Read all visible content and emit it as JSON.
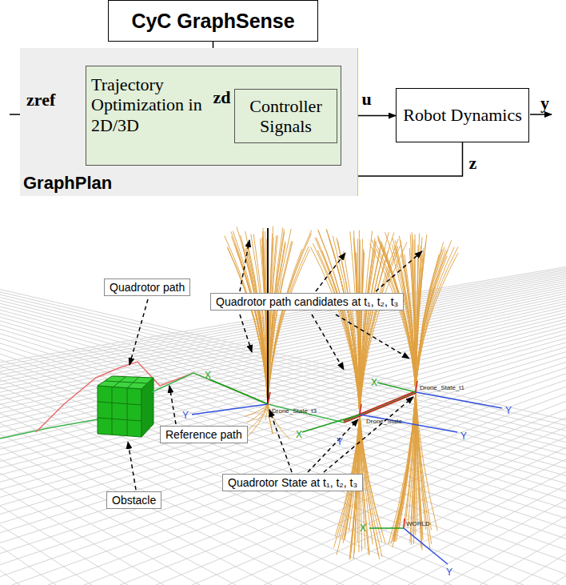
{
  "diagram": {
    "nodes": [
      {
        "text": [
          "CyC GraphSense"
        ]
      },
      {
        "text": [
          "GraphPlan"
        ]
      },
      {
        "text": [
          "Trajectory Optimization in 2D/3D"
        ],
        "in": 1
      },
      {
        "text": [
          "Controller Signals"
        ],
        "in": 2
      },
      {
        "text": [
          "Robot Dynamics"
        ]
      },
      {
        "text": [
          "Quadrotor path"
        ]
      },
      {
        "text": [
          "Quadrotor path candidates at t₁, t₂, t₃"
        ]
      },
      {
        "text": [
          "Reference path"
        ]
      },
      {
        "text": [
          "Obstacle"
        ]
      },
      {
        "text": [
          "Quadrotor State at t₁, t₂, t₃"
        ]
      }
    ],
    "edges": [
      {
        "from": 0,
        "to": 2,
        "arrow": "to"
      },
      {
        "from": 2,
        "to": 3,
        "label": "zd",
        "arrow": "to"
      },
      {
        "from": 3,
        "to": 4,
        "label": "u",
        "arrow": "to"
      },
      {
        "from": 4,
        "to": 2,
        "label": "z",
        "arrow": "to"
      }
    ],
    "labels": [
      "zref",
      "y",
      "Drone_State_t3",
      "Drone_State",
      "Drone_State_t1",
      "WORLD",
      "Y",
      "Y",
      "Y",
      "Y",
      "Y",
      "X",
      "X",
      "X",
      "X"
    ]
  }
}
